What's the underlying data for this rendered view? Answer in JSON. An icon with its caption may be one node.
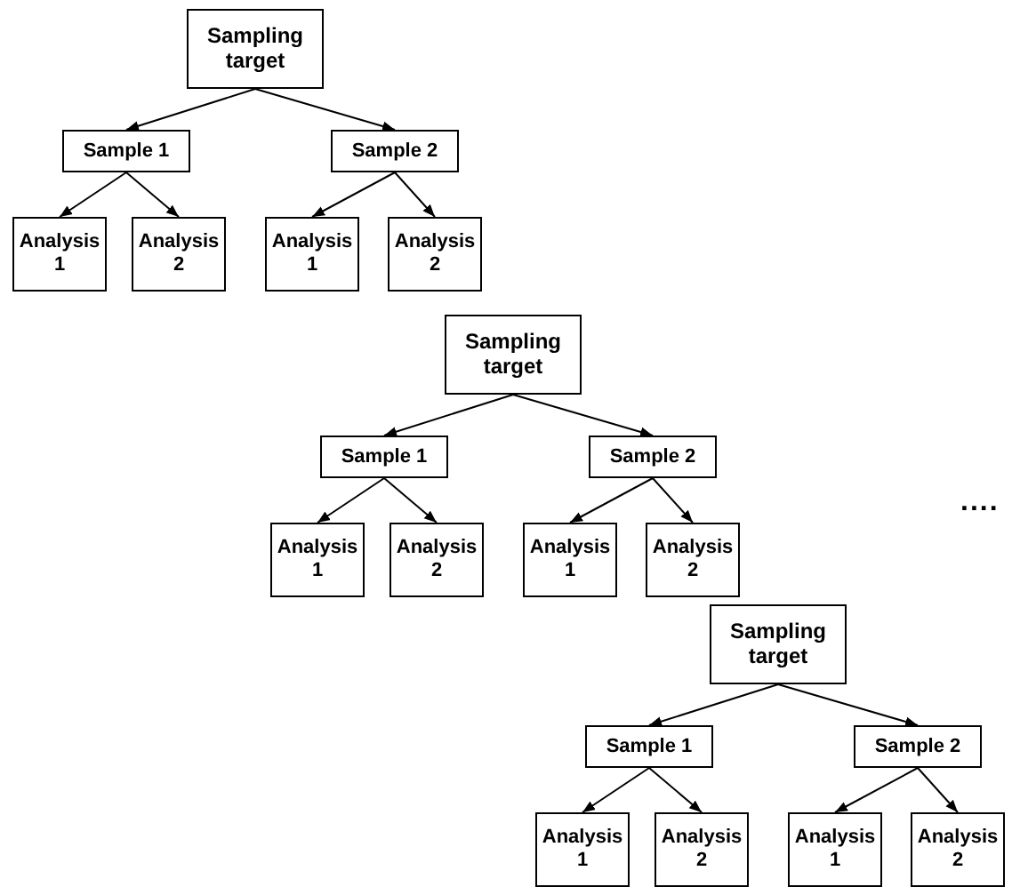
{
  "diagram": {
    "nodes": [
      {
        "text": [
          "Sampling target"
        ]
      },
      {
        "text": [
          "Sample 1"
        ]
      },
      {
        "text": [
          "Sample 2"
        ]
      },
      {
        "text": [
          "Analysis 1"
        ]
      },
      {
        "text": [
          "Analysis 2"
        ]
      },
      {
        "text": [
          "Analysis 1"
        ]
      },
      {
        "text": [
          "Analysis 2"
        ]
      },
      {
        "text": [
          "Sampling target"
        ]
      },
      {
        "text": [
          "Sample 1"
        ]
      },
      {
        "text": [
          "Sample 2"
        ]
      },
      {
        "text": [
          "Analysis 1"
        ]
      },
      {
        "text": [
          "Analysis 2"
        ]
      },
      {
        "text": [
          "Analysis 1"
        ]
      },
      {
        "text": [
          "Analysis 2"
        ]
      },
      {
        "text": [
          "Sampling target"
        ]
      },
      {
        "text": [
          "Sample 1"
        ]
      },
      {
        "text": [
          "Sample 2"
        ]
      },
      {
        "text": [
          "Analysis 1"
        ]
      },
      {
        "text": [
          "Analysis 2"
        ]
      },
      {
        "text": [
          "Analysis 1"
        ]
      },
      {
        "text": [
          "Analysis 2"
        ]
      }
    ],
    "edges": [
      {
        "from": 0,
        "to": 1,
        "arrow": "to"
      },
      {
        "from": 0,
        "to": 2,
        "arrow": "to"
      },
      {
        "from": 1,
        "to": 3,
        "arrow": "to"
      },
      {
        "from": 1,
        "to": 4,
        "arrow": "to"
      },
      {
        "from": 2,
        "to": 5,
        "arrow": "to"
      },
      {
        "from": 2,
        "to": 6,
        "arrow": "to"
      },
      {
        "from": 7,
        "to": 8,
        "arrow": "to"
      },
      {
        "from": 7,
        "to": 9,
        "arrow": "to"
      },
      {
        "from": 8,
        "to": 10,
        "arrow": "to"
      },
      {
        "from": 8,
        "to": 11,
        "arrow": "to"
      },
      {
        "from": 9,
        "to": 12,
        "arrow": "to"
      },
      {
        "from": 9,
        "to": 13,
        "arrow": "to"
      },
      {
        "from": 14,
        "to": 15,
        "arrow": "to"
      },
      {
        "from": 14,
        "to": 16,
        "arrow": "to"
      },
      {
        "from": 15,
        "to": 17,
        "arrow": "to"
      },
      {
        "from": 15,
        "to": 18,
        "arrow": "to"
      },
      {
        "from": 16,
        "to": 19,
        "arrow": "to"
      },
      {
        "from": 16,
        "to": 20,
        "arrow": "to"
      }
    ],
    "labels": [
      "...."
    ]
  }
}
